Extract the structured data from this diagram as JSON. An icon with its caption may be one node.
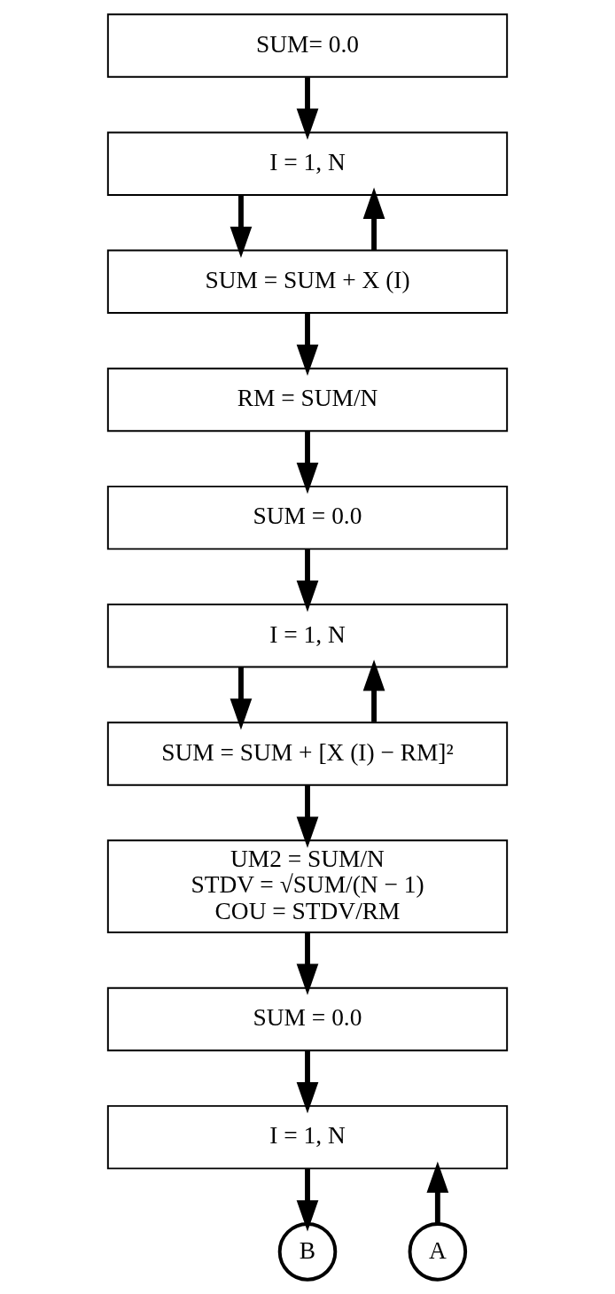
{
  "diagram": {
    "nodes": [
      {
        "text": [
          "SUM= 0.0"
        ]
      },
      {
        "text": [
          "I = 1, N"
        ]
      },
      {
        "text": [
          "SUM = SUM + X (I)"
        ]
      },
      {
        "text": [
          "RM = SUM/N"
        ]
      },
      {
        "text": [
          "SUM = 0.0"
        ]
      },
      {
        "text": [
          "I = 1, N"
        ]
      },
      {
        "text": [
          "SUM = SUM + [X (I) − RM]²"
        ]
      },
      {
        "text": [
          "UM2 = SUM/N",
          "STDV = √SUM/(N − 1)",
          "COU = STDV/RM"
        ]
      },
      {
        "text": [
          "SUM = 0.0"
        ]
      },
      {
        "text": [
          "I = 1, N"
        ]
      },
      {
        "text": [
          "A"
        ]
      },
      {
        "text": [
          "B"
        ]
      }
    ],
    "edges": [
      {
        "from": 0,
        "to": 1,
        "arrow": "to"
      },
      {
        "from": 1,
        "to": 2,
        "arrow": "to"
      },
      {
        "from": 2,
        "to": 3,
        "arrow": "to"
      },
      {
        "from": 2,
        "to": 1,
        "arrow": "to"
      },
      {
        "from": 3,
        "to": 4,
        "arrow": "to"
      },
      {
        "from": 4,
        "to": 5,
        "arrow": "to"
      },
      {
        "from": 5,
        "to": 6,
        "arrow": "to"
      },
      {
        "from": 6,
        "to": 7,
        "arrow": "to"
      },
      {
        "from": 6,
        "to": 5,
        "arrow": "to"
      },
      {
        "from": 7,
        "to": 8,
        "arrow": "to"
      },
      {
        "from": 8,
        "to": 9,
        "arrow": "to"
      },
      {
        "from": 10,
        "to": 9,
        "arrow": "to"
      },
      {
        "from": 9,
        "to": 11,
        "arrow": "to"
      }
    ]
  }
}
